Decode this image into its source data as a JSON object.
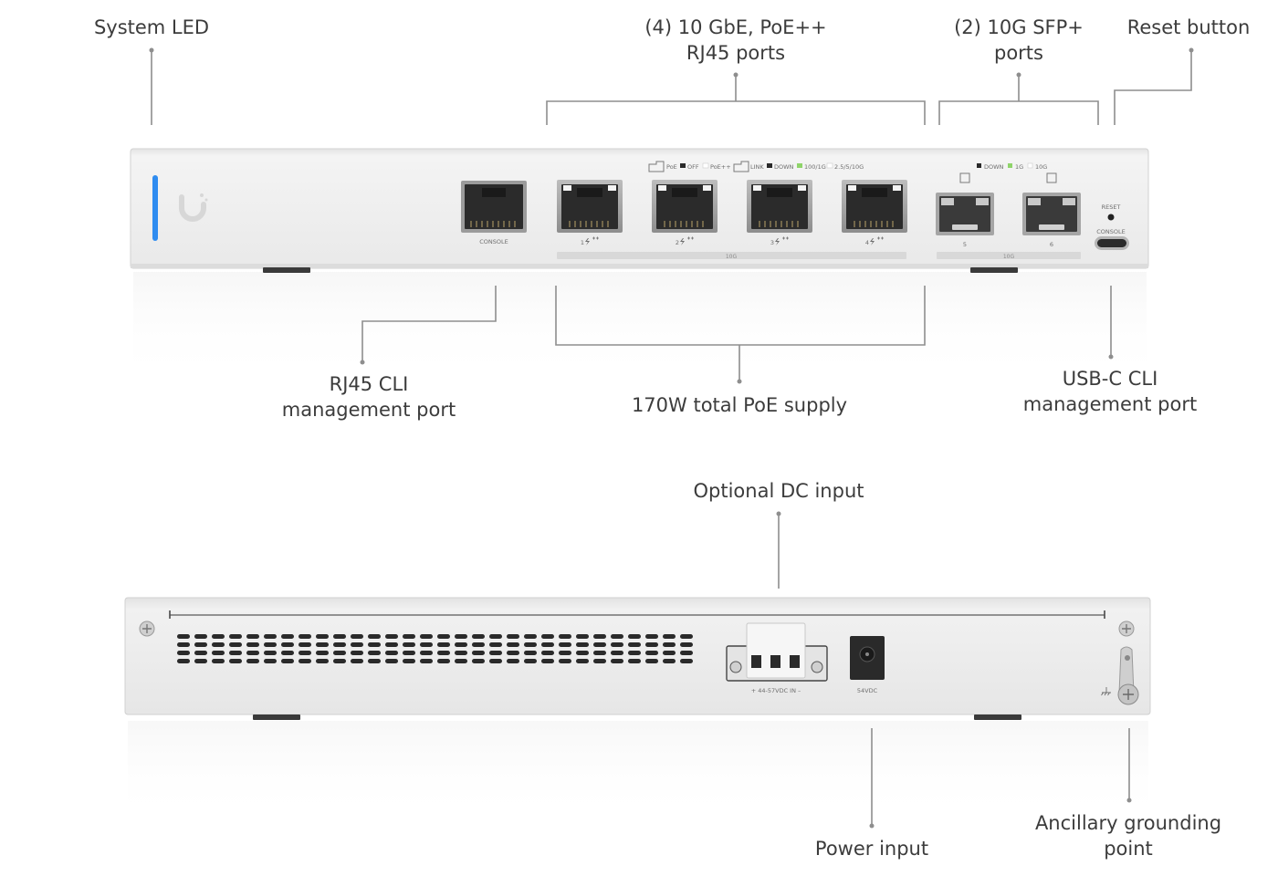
{
  "callouts": {
    "system_led": "System LED",
    "poe_ports": [
      "(4) 10 GbE, PoE++",
      "RJ45 ports"
    ],
    "sfp_ports": [
      "(2) 10G SFP+",
      "ports"
    ],
    "reset_button": "Reset button",
    "rj45_cli": [
      "RJ45 CLI",
      "management port"
    ],
    "poe_supply": "170W total PoE supply",
    "usbc_cli": [
      "USB-C CLI",
      "management port"
    ],
    "dc_input": "Optional DC input",
    "power_input": "Power input",
    "grounding": [
      "Ancillary grounding",
      "point"
    ]
  },
  "front_panel": {
    "console_label": "CONSOLE",
    "port_labels": [
      "1",
      "2",
      "3",
      "4"
    ],
    "port_speed_bar": "10G",
    "sfp_labels": [
      "5",
      "6"
    ],
    "sfp_speed_bar": "10G",
    "reset_label": "RESET",
    "usbc_label": "CONSOLE",
    "poe_legend": [
      "PoE",
      "OFF",
      "PoE++"
    ],
    "link_legend": [
      "LINK",
      "DOWN",
      "100/1G",
      "2.5/5/10G"
    ],
    "sfp_legend": [
      "DOWN",
      "1G",
      "10G"
    ]
  },
  "rear_panel": {
    "dc_terminal_label": "+  44-57VDC IN  –",
    "barrel_label": "54VDC"
  },
  "colors": {
    "system_led": "#2f8cf0",
    "chassis": "#eeeeee",
    "leader": "#8e8e8e",
    "link_green": "#8fd46a"
  },
  "icons": [
    "ubiquiti-logo-icon",
    "lightning-icon",
    "screw-icon",
    "ground-symbol-icon"
  ]
}
